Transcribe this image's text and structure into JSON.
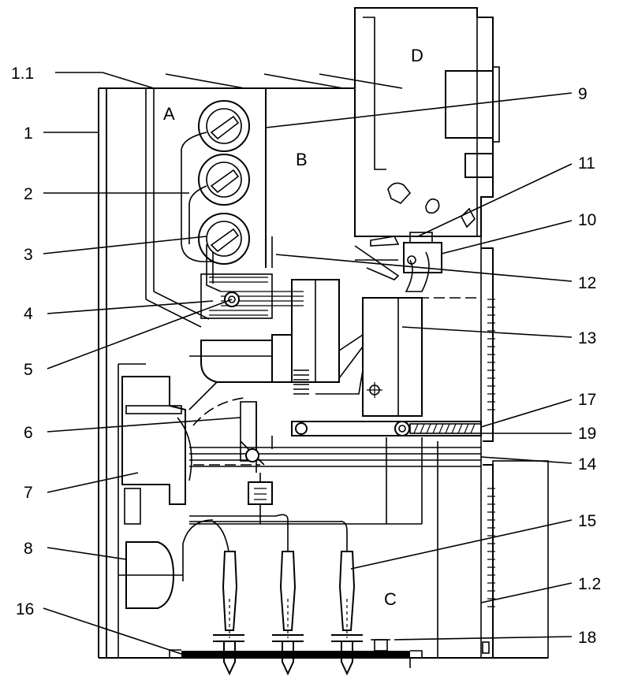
{
  "diagram": {
    "zone_labels": [
      "A",
      "B",
      "C",
      "D"
    ],
    "callouts": [
      {
        "id": "c1_1",
        "text": "1.1"
      },
      {
        "id": "c1",
        "text": "1"
      },
      {
        "id": "c2",
        "text": "2"
      },
      {
        "id": "c3",
        "text": "3"
      },
      {
        "id": "c4",
        "text": "4"
      },
      {
        "id": "c5",
        "text": "5"
      },
      {
        "id": "c6",
        "text": "6"
      },
      {
        "id": "c7",
        "text": "7"
      },
      {
        "id": "c8",
        "text": "8"
      },
      {
        "id": "c16",
        "text": "16"
      },
      {
        "id": "c9",
        "text": "9"
      },
      {
        "id": "c11",
        "text": "11"
      },
      {
        "id": "c10",
        "text": "10"
      },
      {
        "id": "c12",
        "text": "12"
      },
      {
        "id": "c13",
        "text": "13"
      },
      {
        "id": "c17",
        "text": "17"
      },
      {
        "id": "c19",
        "text": "19"
      },
      {
        "id": "c14",
        "text": "14"
      },
      {
        "id": "c15",
        "text": "15"
      },
      {
        "id": "c1_2",
        "text": "1.2"
      },
      {
        "id": "c18",
        "text": "18"
      }
    ]
  }
}
